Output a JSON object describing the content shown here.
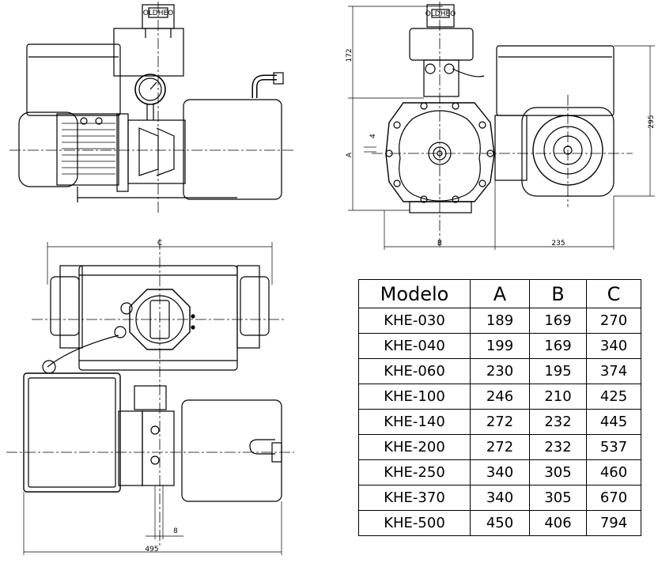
{
  "views": {
    "front": {
      "dim_height": "172",
      "dim_a": "A",
      "dim_small": "4",
      "dim_b": "B",
      "dim_width": "235",
      "dim_total_height": "295",
      "plate_text": "OLDHEO"
    },
    "side": {
      "plate_text": "OLDHEO"
    },
    "top": {
      "dim_c": "C",
      "dim_offset": "8",
      "dim_total": "495"
    }
  },
  "table": {
    "headers": [
      "Modelo",
      "A",
      "B",
      "C"
    ],
    "rows": [
      [
        "KHE-030",
        "189",
        "169",
        "270"
      ],
      [
        "KHE-040",
        "199",
        "169",
        "340"
      ],
      [
        "KHE-060",
        "230",
        "195",
        "374"
      ],
      [
        "KHE-100",
        "246",
        "210",
        "425"
      ],
      [
        "KHE-140",
        "272",
        "232",
        "445"
      ],
      [
        "KHE-200",
        "272",
        "232",
        "537"
      ],
      [
        "KHE-250",
        "340",
        "305",
        "460"
      ],
      [
        "KHE-370",
        "340",
        "305",
        "670"
      ],
      [
        "KHE-500",
        "450",
        "406",
        "794"
      ]
    ]
  }
}
